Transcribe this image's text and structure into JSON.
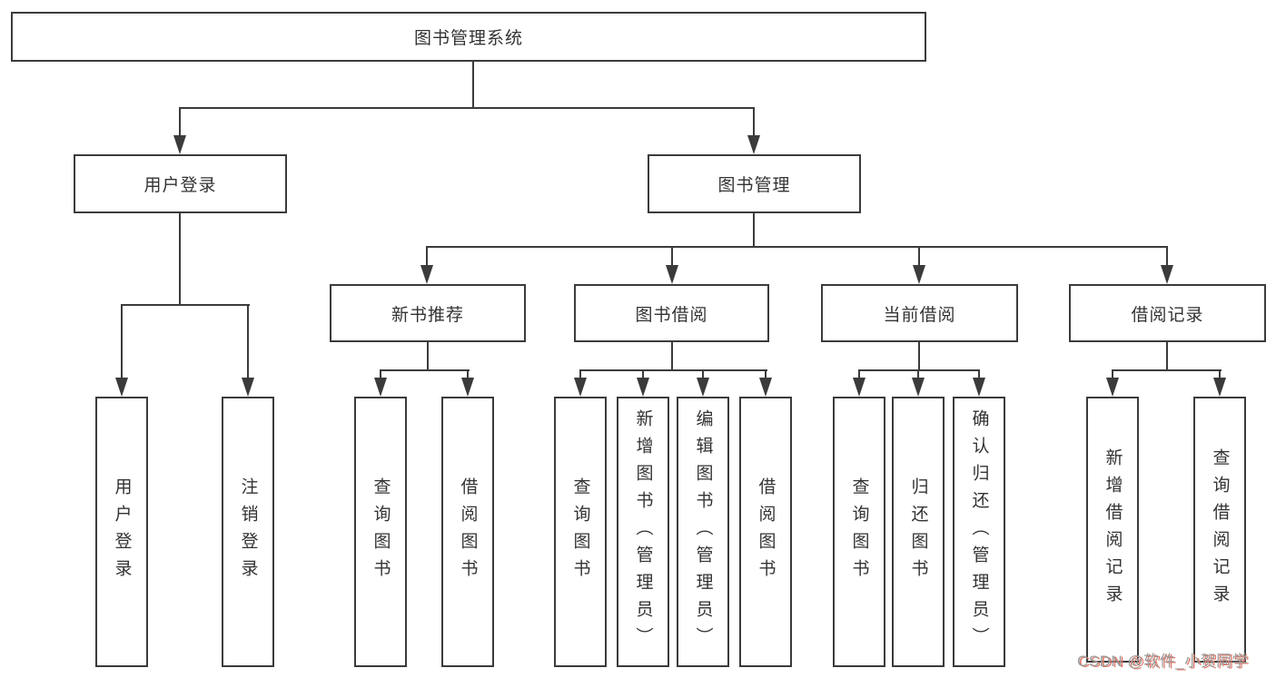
{
  "tree": {
    "root": {
      "label": "图书管理系统"
    },
    "children": [
      {
        "label": "用户登录",
        "children": [
          {
            "label": "用户登录"
          },
          {
            "label": "注销登录"
          }
        ]
      },
      {
        "label": "图书管理",
        "children": [
          {
            "label": "新书推荐",
            "children": [
              {
                "label": "查询图书"
              },
              {
                "label": "借阅图书"
              }
            ]
          },
          {
            "label": "图书借阅",
            "children": [
              {
                "label": "查询图书"
              },
              {
                "label": "新增图书（管理员）"
              },
              {
                "label": "编辑图书（管理员）"
              },
              {
                "label": "借阅图书"
              }
            ]
          },
          {
            "label": "当前借阅",
            "children": [
              {
                "label": "查询图书"
              },
              {
                "label": "归还图书"
              },
              {
                "label": "确认归还（管理员）"
              }
            ]
          },
          {
            "label": "借阅记录",
            "children": [
              {
                "label": "新增借阅记录"
              },
              {
                "label": "查询借阅记录"
              }
            ]
          }
        ]
      }
    ]
  },
  "watermark": {
    "text": "CSDN @软件_小贺同学"
  },
  "colors": {
    "line": "#3b3b3b",
    "text": "#333333",
    "background": "#ffffff",
    "watermark": "#9c9c9c",
    "watermark_shadow": "#e07a6a"
  }
}
